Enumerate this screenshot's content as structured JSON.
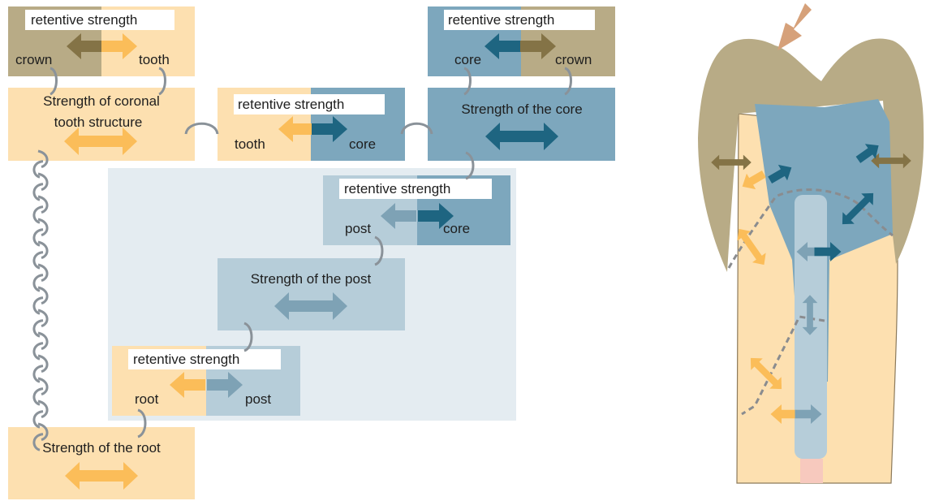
{
  "colors": {
    "tooth": "#fde0b0",
    "tooth_arrow": "#fbbd59",
    "crown": "#b8ab86",
    "crown_arrow": "#847346",
    "core": "#7da7bd",
    "core_arrow": "#1e6581",
    "post": "#b6cdd9",
    "post_arrow": "#7ea2b5",
    "post_region": "#e4ecf1",
    "connector": "#8a9299",
    "pink": "#f7c9be",
    "load_arrow": "#d6a17a"
  },
  "boxes": {
    "crown_tooth": {
      "label": "retentive strength",
      "left": "crown",
      "right": "tooth"
    },
    "coronal": {
      "label_line1": "Strength of coronal",
      "label_line2": "tooth structure"
    },
    "tooth_core": {
      "label": "retentive strength",
      "left": "tooth",
      "right": "core"
    },
    "core_crown": {
      "label": "retentive strength",
      "left": "core",
      "right": "crown"
    },
    "core_strength": {
      "label": "Strength of the core"
    },
    "post_core": {
      "label": "retentive strength",
      "left": "post",
      "right": "core"
    },
    "post_strength": {
      "label": "Strength of the post"
    },
    "root_post": {
      "label": "retentive strength",
      "left": "root",
      "right": "post"
    },
    "root_strength": {
      "label": "Strength of the root"
    }
  },
  "icons": {
    "load": "load-arrow-icon",
    "double_arrow": "double-arrow-icon",
    "chain_link": "chain-link-icon"
  }
}
